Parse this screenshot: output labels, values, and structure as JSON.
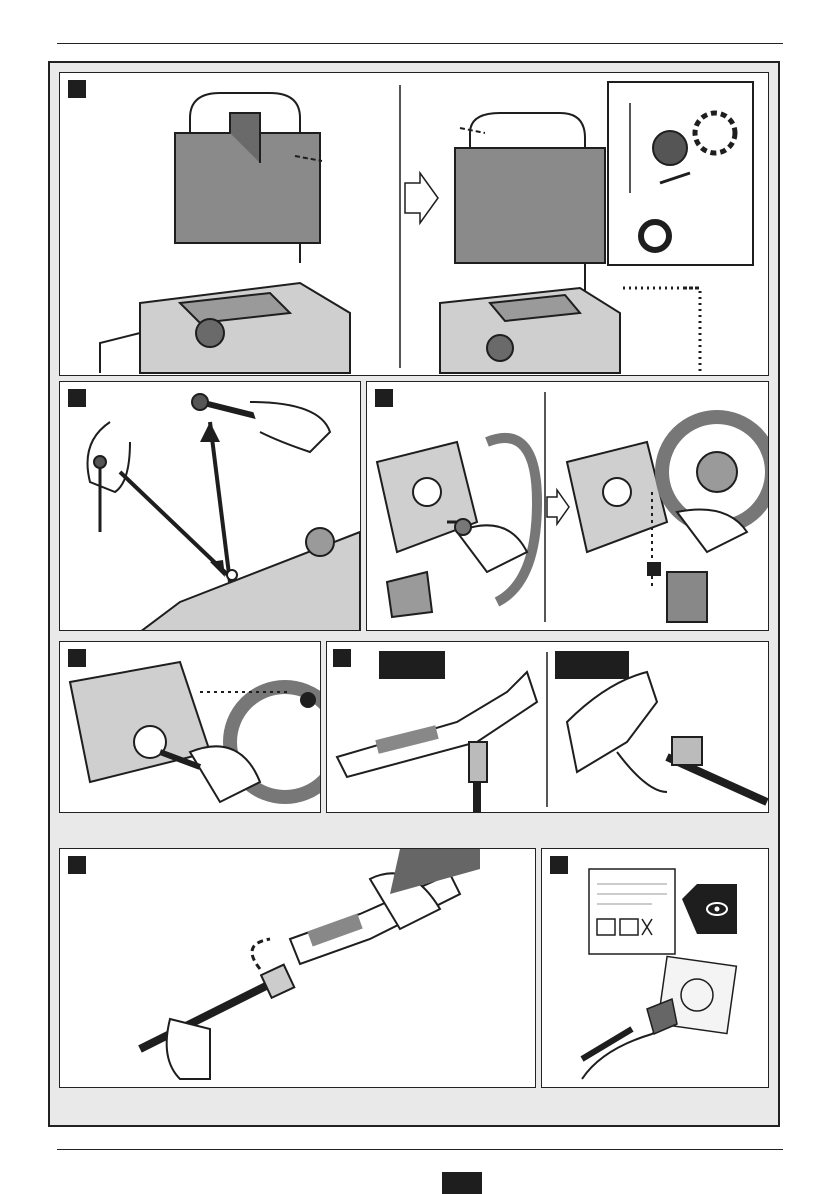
{
  "page": {
    "header_rule": true,
    "footer_rule": true,
    "page_number": ""
  },
  "panels": [
    {
      "id": "1",
      "label": "",
      "icons": [
        "handle-icon",
        "engine-icon",
        "arrow-right-icon",
        "knob-detail-icon",
        "rotate-icon"
      ]
    },
    {
      "id": "2",
      "label": "",
      "icons": [
        "hand-icon",
        "dipstick-icon",
        "wrench-icon"
      ]
    },
    {
      "id": "3",
      "label": "",
      "icons": [
        "pump-icon",
        "inlet-connector-icon",
        "hose-coupling-icon"
      ]
    },
    {
      "id": "4",
      "label": "",
      "icons": [
        "pump-icon",
        "hose-icon"
      ]
    },
    {
      "id": "5",
      "label": "",
      "tags": [
        "",
        ""
      ],
      "icons": [
        "lance-icon",
        "trigger-gun-icon"
      ]
    },
    {
      "id": "6",
      "label": "",
      "icons": [
        "lance-icon",
        "nozzle-icon",
        "rotate-icon"
      ]
    },
    {
      "id": "7",
      "label": "",
      "icons": [
        "rating-plate-icon",
        "eye-icon",
        "plug-icon",
        "socket-icon"
      ]
    }
  ],
  "colors": {
    "ink": "#1e1e1e",
    "frame_bg": "#e9e9e9",
    "panel_bg": "#ffffff",
    "line_gray": "#555555"
  }
}
